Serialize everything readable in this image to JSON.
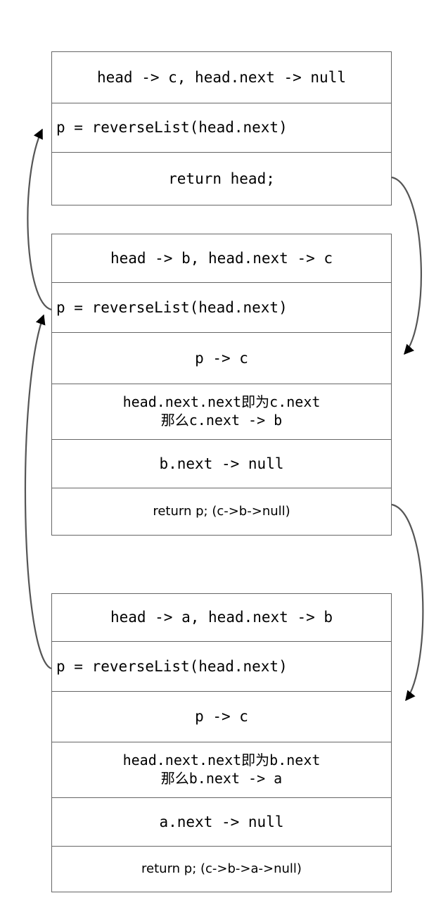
{
  "diagram": {
    "title": "reverseList recursion call-stack diagram",
    "stroke_color": "#666666",
    "text_color": "#000000",
    "background": "#ffffff",
    "frames": [
      {
        "id": "frame-c",
        "rows": [
          {
            "id": "state",
            "text": "head -> c, head.next -> null",
            "style": "mono"
          },
          {
            "id": "recurse",
            "text": "p = reverseList(head.next)",
            "style": "mono"
          },
          {
            "id": "return",
            "text": "return head;",
            "style": "mono"
          }
        ]
      },
      {
        "id": "frame-b",
        "rows": [
          {
            "id": "state",
            "text": "head -> b, head.next -> c",
            "style": "mono"
          },
          {
            "id": "recurse",
            "text": "p = reverseList(head.next)",
            "style": "mono"
          },
          {
            "id": "p-value",
            "text": "p -> c",
            "style": "mono"
          },
          {
            "id": "relink",
            "line1": "head.next.next即为c.next",
            "line2": "那么c.next -> b",
            "style": "cjk"
          },
          {
            "id": "tail-null",
            "text": "b.next -> null",
            "style": "mono"
          },
          {
            "id": "return",
            "text": "return p; (c->b->null)",
            "style": "prop"
          }
        ]
      },
      {
        "id": "frame-a",
        "rows": [
          {
            "id": "state",
            "text": "head -> a, head.next -> b",
            "style": "mono"
          },
          {
            "id": "recurse",
            "text": "p = reverseList(head.next)",
            "style": "mono"
          },
          {
            "id": "p-value",
            "text": "p -> c",
            "style": "mono"
          },
          {
            "id": "relink",
            "line1": "head.next.next即为b.next",
            "line2": "那么b.next -> a",
            "style": "cjk"
          },
          {
            "id": "tail-null",
            "text": "a.next -> null",
            "style": "mono"
          },
          {
            "id": "return",
            "text": "return p; (c->b->a->null)",
            "style": "prop"
          }
        ]
      }
    ],
    "arrows": [
      {
        "id": "call-b-to-c",
        "label": "recursive call from frame-b into frame-c",
        "direction": "up-left"
      },
      {
        "id": "call-a-to-b",
        "label": "recursive call from frame-a into frame-b",
        "direction": "up-left"
      },
      {
        "id": "return-c-to-b",
        "label": "return value of frame-c becomes p in frame-b",
        "direction": "down-right"
      },
      {
        "id": "return-b-to-a",
        "label": "return value of frame-b becomes p in frame-a",
        "direction": "down-right"
      }
    ]
  }
}
